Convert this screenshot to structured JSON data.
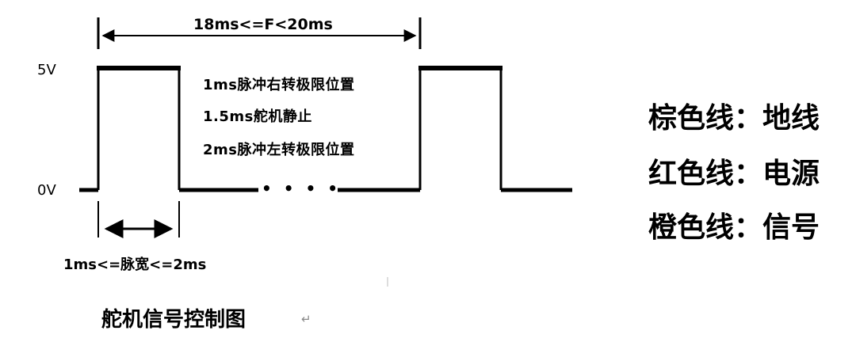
{
  "levels": {
    "high": "5V",
    "low": "0V"
  },
  "period_label": "18ms<=F<20ms",
  "pulse_width_label": "1ms<=脉宽<=2ms",
  "notes": [
    "1ms脉冲右转极限位置",
    "1.5ms舵机静止",
    "2ms脉冲左转极限位置"
  ],
  "gap_symbol": "• • • •",
  "legend": [
    {
      "wire": "棕色线",
      "sep": "：",
      "role": "地线"
    },
    {
      "wire": "红色线",
      "sep": "：",
      "role": "电源"
    },
    {
      "wire": "橙色线",
      "sep": "：",
      "role": "信号"
    }
  ],
  "caption": "舵机信号控制图",
  "return_mark": "↵",
  "colors": {
    "line": "#000000",
    "background": "#ffffff",
    "faint": "#888888"
  }
}
